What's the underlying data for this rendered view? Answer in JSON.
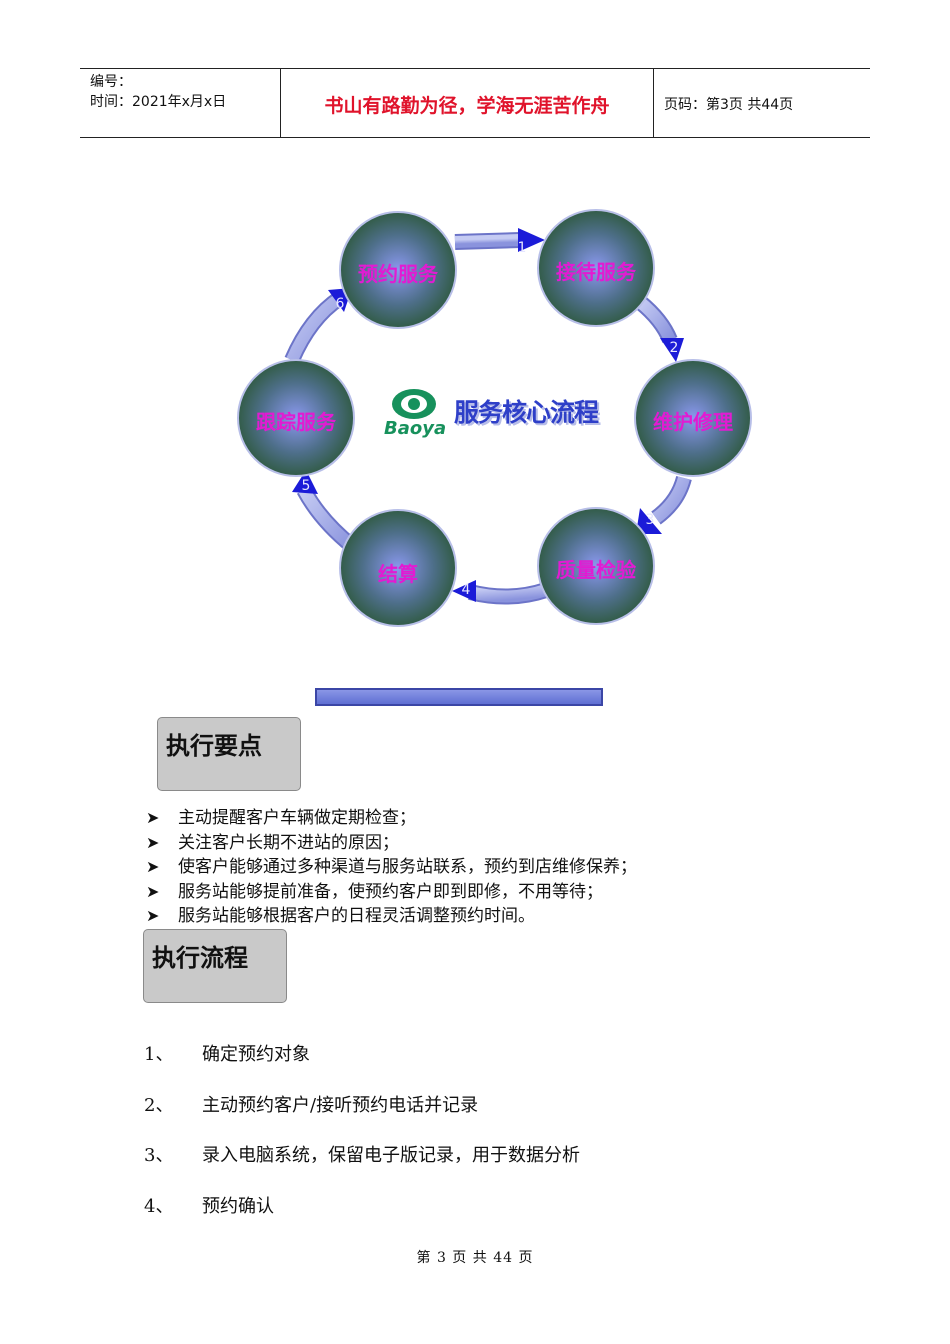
{
  "header": {
    "number_label": "编号：",
    "time_label": "时间：2021年x月x日",
    "motto": "书山有路勤为径，学海无涯苦作舟",
    "page_info": "页码：第3页  共44页"
  },
  "diagram": {
    "logo_brand": "Baoya",
    "center_title": "服务核心流程",
    "nodes": [
      {
        "label": "预约服务"
      },
      {
        "label": "接待服务"
      },
      {
        "label": "维护修理"
      },
      {
        "label": "质量检验"
      },
      {
        "label": "结算"
      },
      {
        "label": "跟踪服务"
      }
    ],
    "step_numbers": [
      "1",
      "2",
      "3",
      "4",
      "5",
      "6"
    ],
    "colors": {
      "node_label": "#e21bd2",
      "node_fill_inner": "#7f8fe0",
      "node_fill_outer": "#2d5a3c",
      "arrow": "#9aa2e6"
    }
  },
  "section1": {
    "title": "执行要点",
    "bullets": [
      "主动提醒客户车辆做定期检查；",
      "关注客户长期不进站的原因；",
      "使客户能够通过多种渠道与服务站联系，预约到店维修保养；",
      "服务站能够提前准备，使预约客户即到即修，不用等待；",
      "服务站能够根据客户的日程灵活调整预约时间。"
    ]
  },
  "section2": {
    "title": "执行流程",
    "steps": [
      {
        "index": "1、",
        "text": "确定预约对象"
      },
      {
        "index": "2、",
        "text": "主动预约客户/接听预约电话并记录"
      },
      {
        "index": "3、",
        "text": "录入电脑系统，保留电子版记录，用于数据分析"
      },
      {
        "index": "4、",
        "text": "预约确认"
      }
    ]
  },
  "footer": {
    "text": "第 3 页 共 44 页"
  }
}
